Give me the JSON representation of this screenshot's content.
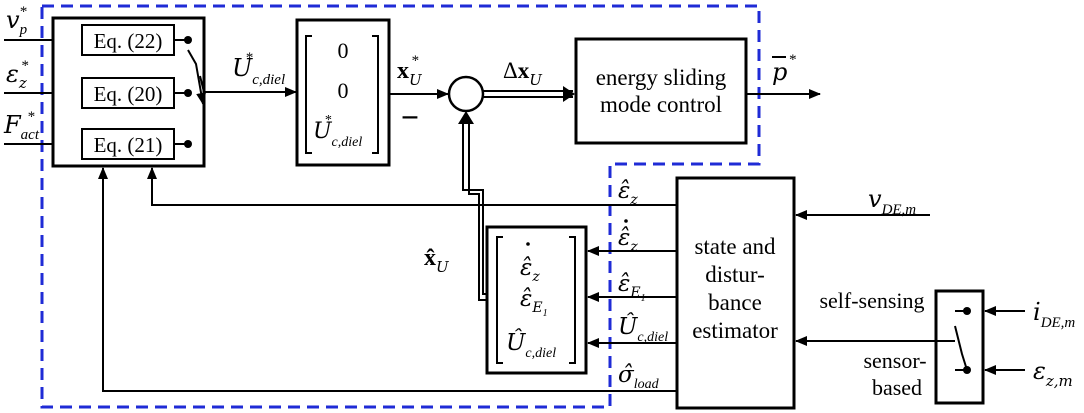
{
  "inputs": {
    "vp": {
      "base": "v",
      "sub": "p",
      "sup": "*"
    },
    "epsz": {
      "base": "ε",
      "sub": "z",
      "sup": "*"
    },
    "fact": {
      "base": "F",
      "sub": "act",
      "sup": "*"
    }
  },
  "equations": [
    "Eq. (22)",
    "Eq. (20)",
    "Eq. (21)"
  ],
  "u_cdiel_star": {
    "base": "U",
    "sub": "c,diel",
    "sup": "*"
  },
  "vector_box": {
    "row1": "0",
    "row2": "0",
    "row3": {
      "base": "U",
      "sub": "c,diel",
      "sup": "*"
    }
  },
  "xu_star": {
    "base": "x",
    "sub": "U",
    "sup": "*"
  },
  "minus_sign": "−",
  "delta_xu": {
    "prefix": "Δ",
    "base": "x",
    "sub": "U"
  },
  "esmc_box": {
    "line1": "energy sliding",
    "line2": "mode control"
  },
  "output_p": {
    "base": "p",
    "sup": "*"
  },
  "estimator_box": {
    "lines": [
      "state and",
      "distur-",
      "bance",
      "estimator"
    ]
  },
  "vde": {
    "base": "v",
    "sub": "DE,m"
  },
  "ide": {
    "base": "i",
    "sub": "DE,m"
  },
  "epszm": {
    "base": "ε",
    "sub": "z,m"
  },
  "self_sensing": "self-sensing",
  "sensor_based": {
    "line1": "sensor-",
    "line2": "based"
  },
  "est_outputs": {
    "epsz_hat": {
      "base": "ε̂",
      "sub": "z"
    },
    "epsz_dot_hat": {
      "base": "ε̂",
      "sub": "z"
    },
    "epse1_hat": {
      "base": "ε̂",
      "sub": "E",
      "subsub": "1"
    },
    "ucdiel_hat": {
      "base": "Û",
      "sub": "c,diel"
    },
    "sigma_hat": {
      "base": "σ̂",
      "sub": "load"
    }
  },
  "xhat_u": {
    "base": "x̂",
    "sub": "U"
  },
  "hat_vector": {
    "row1": {
      "base": "ε̂",
      "sub": "z"
    },
    "row2": {
      "base": "ε̂",
      "sub": "E",
      "subsub": "1"
    },
    "row3": {
      "base": "Û",
      "sub": "c,diel"
    }
  },
  "colors": {
    "dashed_border": "#1f2bd6",
    "lines": "#000000"
  }
}
